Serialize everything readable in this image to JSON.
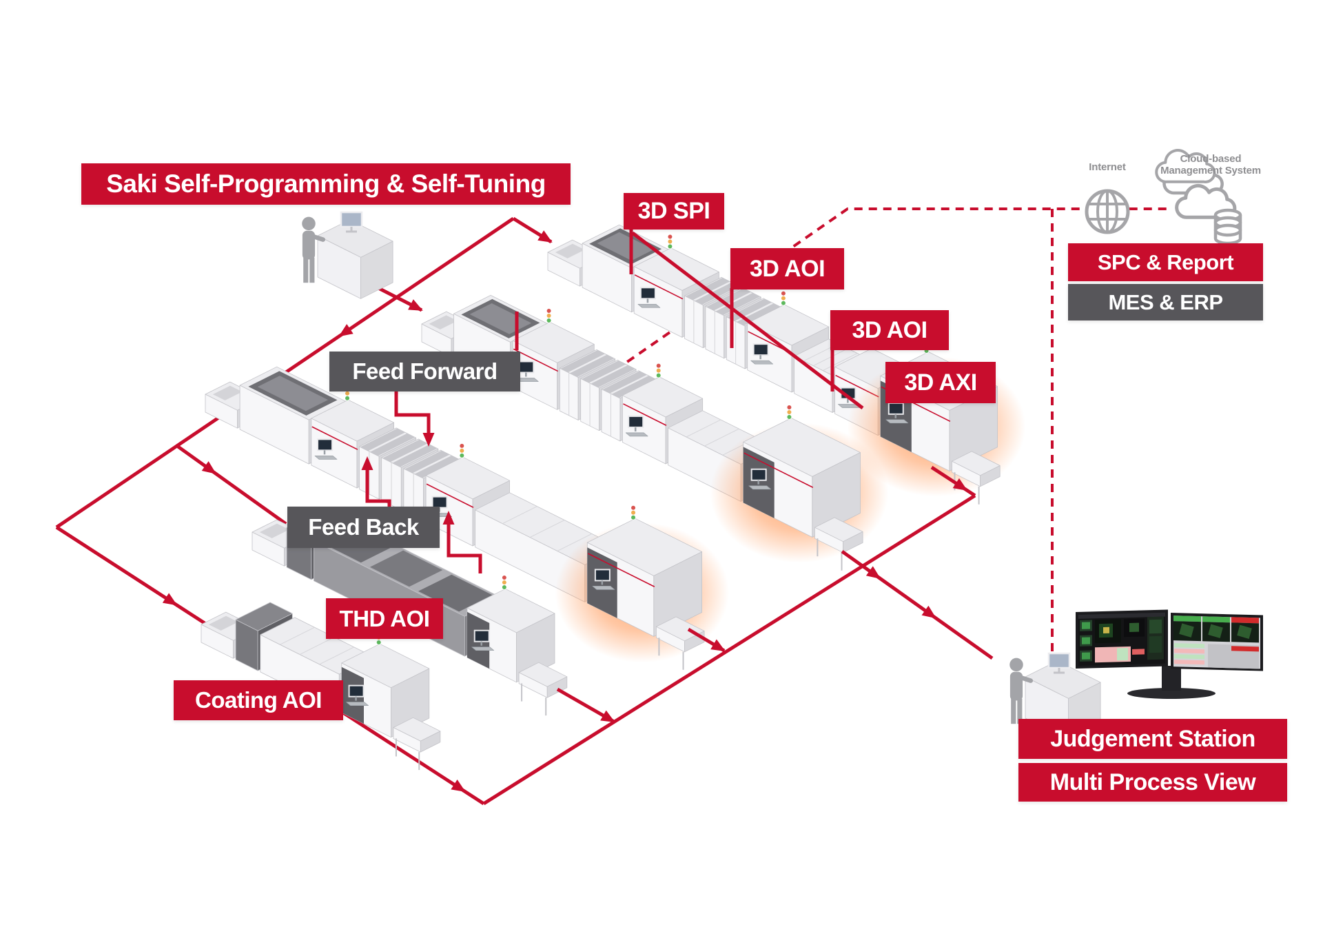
{
  "title": {
    "label": "Saki Self-Programming & Self-Tuning"
  },
  "station_labels": {
    "spi": "3D SPI",
    "aoi_top": "3D AOI",
    "aoi_mid": "3D AOI",
    "axi": "3D AXI",
    "thd": "THD AOI",
    "coating": "Coating AOI"
  },
  "process_labels": {
    "feed_forward": "Feed Forward",
    "feed_back": "Feed Back"
  },
  "cloud": {
    "internet": "Internet",
    "cloud_line1": "Cloud-based",
    "cloud_line2": "Management System"
  },
  "system_banners": {
    "spc": "SPC & Report",
    "mes": "MES & ERP"
  },
  "judgement_banners": {
    "station": "Judgement Station",
    "view": "Multi Process View"
  },
  "icons": {
    "globe": "internet-globe-icon",
    "cloud": "cloud-database-icon",
    "operator": "operator-at-desk-icon",
    "judgement_operator": "judgement-operator-at-desk-icon",
    "dual_monitor": "dual-monitor-icon"
  },
  "colors": {
    "red": "#C80D2D",
    "dark_gray": "#57565A",
    "icon_gray": "#A5A5A8",
    "label_gray": "#8E8E91",
    "glow_orange": "#FF9A5A",
    "status_green": "#5CB85C",
    "status_amber": "#F0AD4E",
    "status_red": "#D9534F"
  }
}
